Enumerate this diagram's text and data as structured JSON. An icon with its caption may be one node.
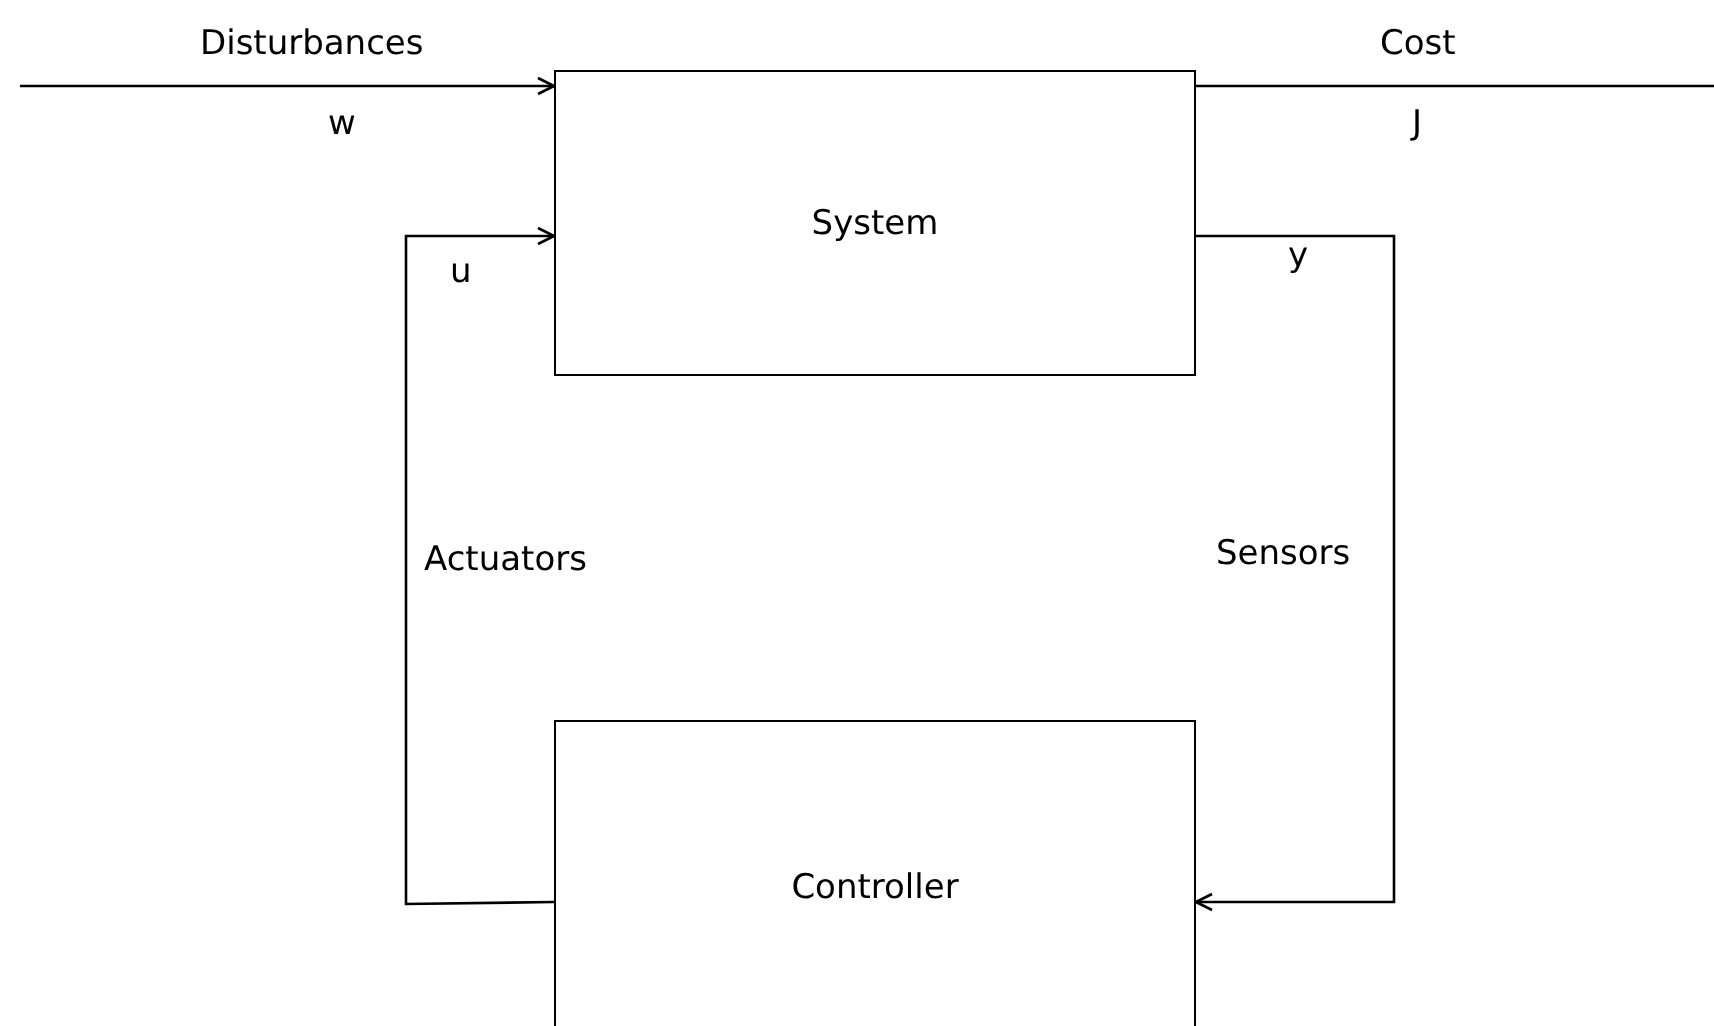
{
  "diagram": {
    "nodes": [
      {
        "text": [
          "System"
        ]
      },
      {
        "text": [
          "Controller"
        ]
      }
    ],
    "edges": [
      {
        "from": null,
        "to": 0,
        "arrow": "to",
        "label": "Disturbances"
      },
      {
        "from": 0,
        "to": null,
        "arrow": "none",
        "label": "Cost"
      },
      {
        "from": 1,
        "to": 0,
        "arrow": "to",
        "label": "Actuators"
      },
      {
        "from": 0,
        "to": 1,
        "arrow": "to",
        "label": "Sensors"
      }
    ],
    "labels": [
      "w",
      "J",
      "u",
      "y"
    ]
  }
}
